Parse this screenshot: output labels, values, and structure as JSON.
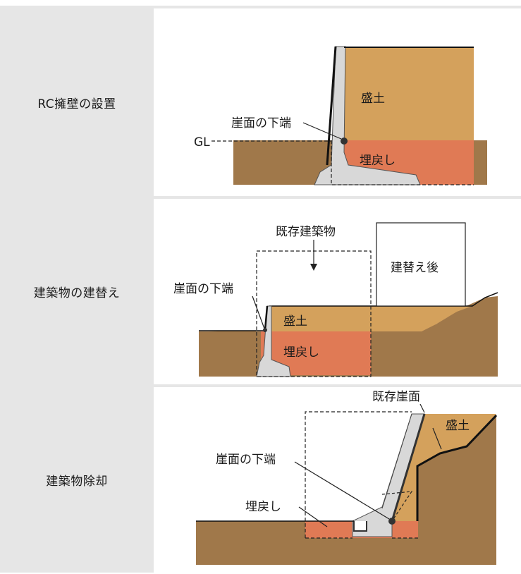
{
  "colors": {
    "fill_soil": "#d4a15c",
    "backfill": "#e07a55",
    "ground": "#a0784a",
    "concrete": "#d8d8d8",
    "label_bg": "#e6e6e6"
  },
  "rows": [
    {
      "label": "RC擁壁の設置",
      "texts": {
        "fill": "盛土",
        "cliff_bottom": "崖面の下端",
        "gl": "GL",
        "backfill": "埋戻し"
      }
    },
    {
      "label": "建築物の建替え",
      "texts": {
        "existing_building": "既存建築物",
        "after_rebuild": "建替え後",
        "cliff_bottom": "崖面の下端",
        "fill": "盛土",
        "backfill": "埋戻し"
      }
    },
    {
      "label": "建築物除却",
      "texts": {
        "existing_cliff": "既存崖面",
        "fill": "盛土",
        "cliff_bottom": "崖面の下端",
        "backfill": "埋戻し"
      }
    }
  ]
}
